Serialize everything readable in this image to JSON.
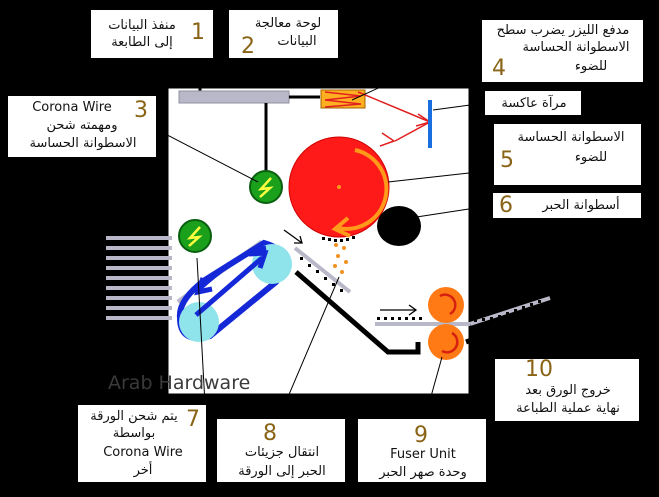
{
  "labels": [
    {
      "id": "data-port",
      "number": "1",
      "lines": [
        "منفذ البيانات",
        "إلى الطابعة"
      ]
    },
    {
      "id": "data-board",
      "number": "2",
      "lines": [
        "لوحة معالجة",
        "البيانات"
      ]
    },
    {
      "id": "laser",
      "number": "4",
      "lines": [
        "مدفع الليزر يضرب سطح",
        "الاسطوانة الحساسة",
        "للضوء"
      ]
    },
    {
      "id": "corona",
      "number": "3",
      "lines": [
        "Corona Wire",
        "ومهمته شحن",
        "الاسطوانة الحساسة"
      ]
    },
    {
      "id": "mirror",
      "number": "",
      "lines": [
        "مرآة عاكسة"
      ]
    },
    {
      "id": "drum",
      "number": "5",
      "lines": [
        "الاسطوانة الحساسة",
        "للضوء"
      ]
    },
    {
      "id": "toner",
      "number": "6",
      "lines": [
        "أسطوانة الحبر"
      ]
    },
    {
      "id": "paper-charge",
      "number": "7",
      "lines": [
        "يتم شحن الورقة",
        "بواسطة",
        "Corona Wire",
        "أخر"
      ]
    },
    {
      "id": "transfer",
      "number": "8",
      "lines": [
        "انتقال جزيئات",
        "الحبر إلى الورقة"
      ]
    },
    {
      "id": "fuser",
      "number": "9",
      "lines": [
        "Fuser Unit",
        "وحدة صهر الحبر"
      ]
    },
    {
      "id": "exit",
      "number": "10",
      "lines": [
        "خروج الورق بعد",
        "نهاية عملية الطباعة"
      ]
    }
  ],
  "watermark": "Arab Hardware",
  "colors": {
    "drum": "#ff1a1a",
    "drum_arrow": "#ff9a1a",
    "corona": "#1aa01a",
    "belt": "#1428d8",
    "roller": "#8fe3ea",
    "fuser": "#ff7a14",
    "mirror": "#1a6fe0",
    "laser_beam": "#e02020",
    "toner": "#000000",
    "board": "#b8b8c8",
    "number": "#8a6416"
  }
}
